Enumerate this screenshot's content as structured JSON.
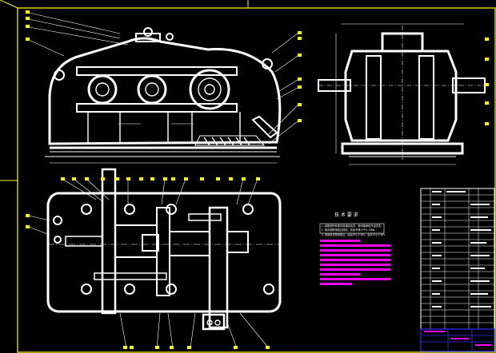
{
  "tech_requirements": {
    "title": "技 术 要 求",
    "lines": [
      "1.装配前所有零件用煤油清洗，滚动轴承用汽油清洗，",
      "2.啮合侧隙用铅丝检验，其余不得小于0.16mm",
      "3.用涂色法检验斑点，齿高不小于40%，齿长不小于50%"
    ]
  },
  "colors": {
    "lines": "#ffffff",
    "highlight": "#ff00ff",
    "frame": "#ffff00",
    "title_block": "#3030ff",
    "background": "#000000"
  }
}
